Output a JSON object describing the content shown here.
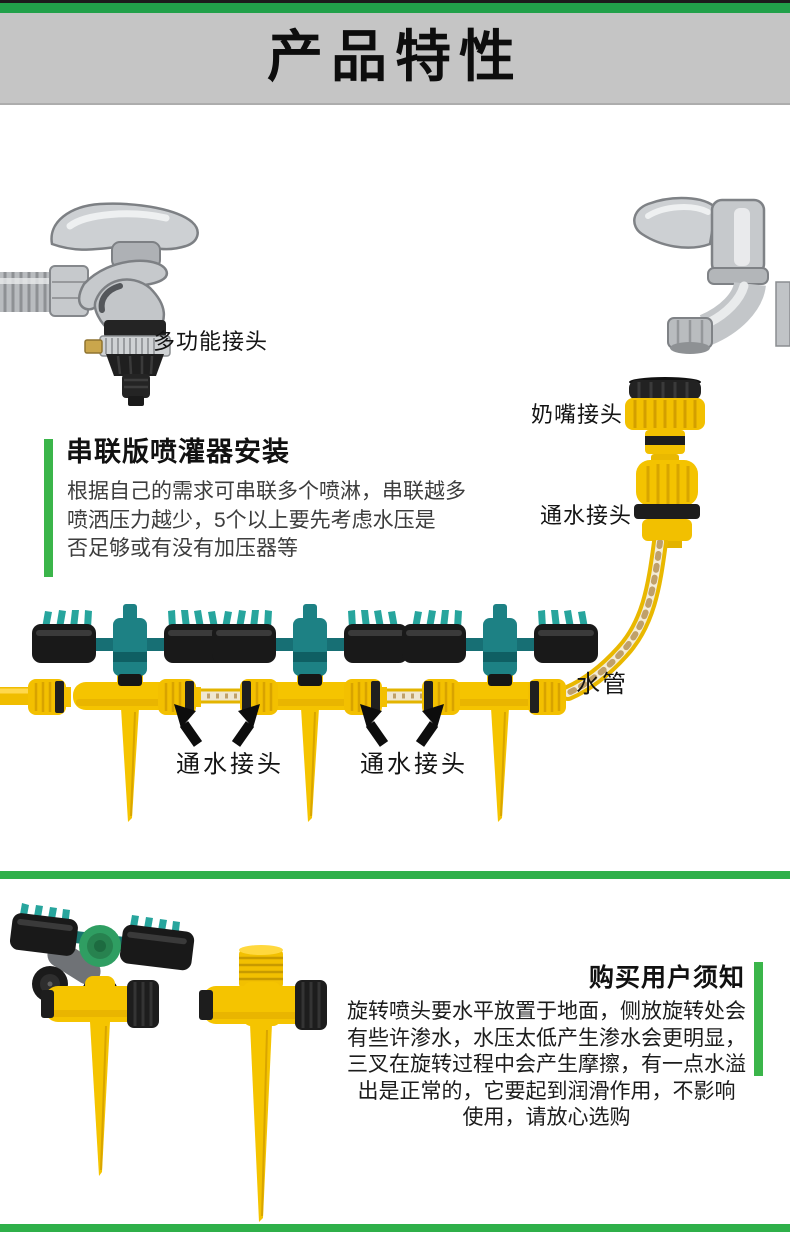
{
  "page": {
    "background": "#ffffff",
    "accent_green": "#2fb04a",
    "top_bar_green": "#21a14a",
    "title_band_gray": "#c5c5c5",
    "product_yellow": "#f5c400",
    "product_teal": "#1d8184",
    "plastic_black": "#1d1d1d",
    "chrome_gray": "#c6c9cc"
  },
  "header": {
    "title": "产品特性"
  },
  "tap_left": {
    "label": "多功能接头"
  },
  "tap_right": {
    "nipple_label": "奶嘴接头",
    "quick_label": "通水接头"
  },
  "install_section": {
    "heading": "串联版喷灌器安装",
    "lines": [
      "根据自己的需求可串联多个喷淋，串联越多",
      "喷洒压力越少，5个以上要先考虑水压是",
      "否足够或有没有加压器等"
    ]
  },
  "sprinkler_row": {
    "hose_label": "水管",
    "connector_labels": [
      "通水接头",
      "通水接头"
    ]
  },
  "notice_section": {
    "heading": "购买用户须知",
    "lines": [
      "旋转喷头要水平放置于地面，侧放旋转处会",
      "有些许渗水，水压太低产生渗水会更明显，",
      "三叉在旋转过程中会产生摩擦，有一点水溢",
      "出是正常的，它要起到润滑作用，不影响",
      "使用，请放心选购"
    ]
  }
}
